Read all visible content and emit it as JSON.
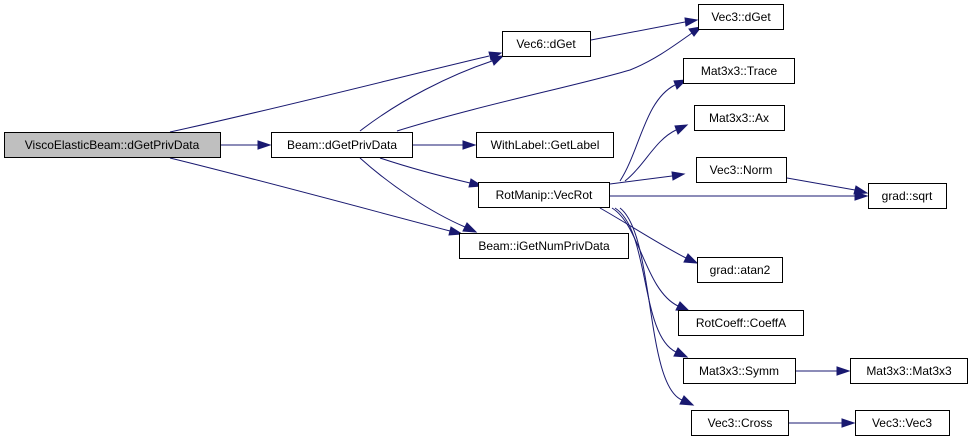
{
  "colors": {
    "edge": "#191970",
    "root_fill": "#bfbfbf",
    "node_fill": "#ffffff",
    "node_border": "#000000"
  },
  "nodes": {
    "viscoelastic_dgetprivdata": "ViscoElasticBeam::dGetPrivData",
    "beam_dgetprivdata": "Beam::dGetPrivData",
    "vec6_dget": "Vec6::dGet",
    "vec3_dget": "Vec3::dGet",
    "withlabel_getlabel": "WithLabel::GetLabel",
    "rotmanip_vecrot": "RotManip::VecRot",
    "beam_igetnumprivdata": "Beam::iGetNumPrivData",
    "mat3x3_trace": "Mat3x3::Trace",
    "mat3x3_ax": "Mat3x3::Ax",
    "vec3_norm": "Vec3::Norm",
    "grad_sqrt": "grad::sqrt",
    "grad_atan2": "grad::atan2",
    "rotcoeff_coeffa": "RotCoeff::CoeffA",
    "mat3x3_symm": "Mat3x3::Symm",
    "mat3x3_mat3x3": "Mat3x3::Mat3x3",
    "vec3_cross": "Vec3::Cross",
    "vec3_vec3": "Vec3::Vec3"
  }
}
